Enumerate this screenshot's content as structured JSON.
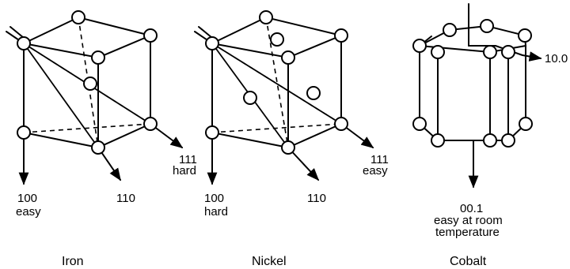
{
  "crystals": [
    {
      "title": "Iron",
      "directions": [
        {
          "index": "100",
          "ease": "easy"
        },
        {
          "index": "110",
          "ease": ""
        },
        {
          "index": "111",
          "ease": "hard"
        }
      ]
    },
    {
      "title": "Nickel",
      "directions": [
        {
          "index": "100",
          "ease": "hard"
        },
        {
          "index": "110",
          "ease": ""
        },
        {
          "index": "111",
          "ease": "easy"
        }
      ]
    },
    {
      "title": "Cobalt",
      "directions": [
        {
          "index": "00.1",
          "ease": "easy at room",
          "ease2": "temperature"
        },
        {
          "index": "10.0",
          "ease": ""
        }
      ]
    }
  ]
}
